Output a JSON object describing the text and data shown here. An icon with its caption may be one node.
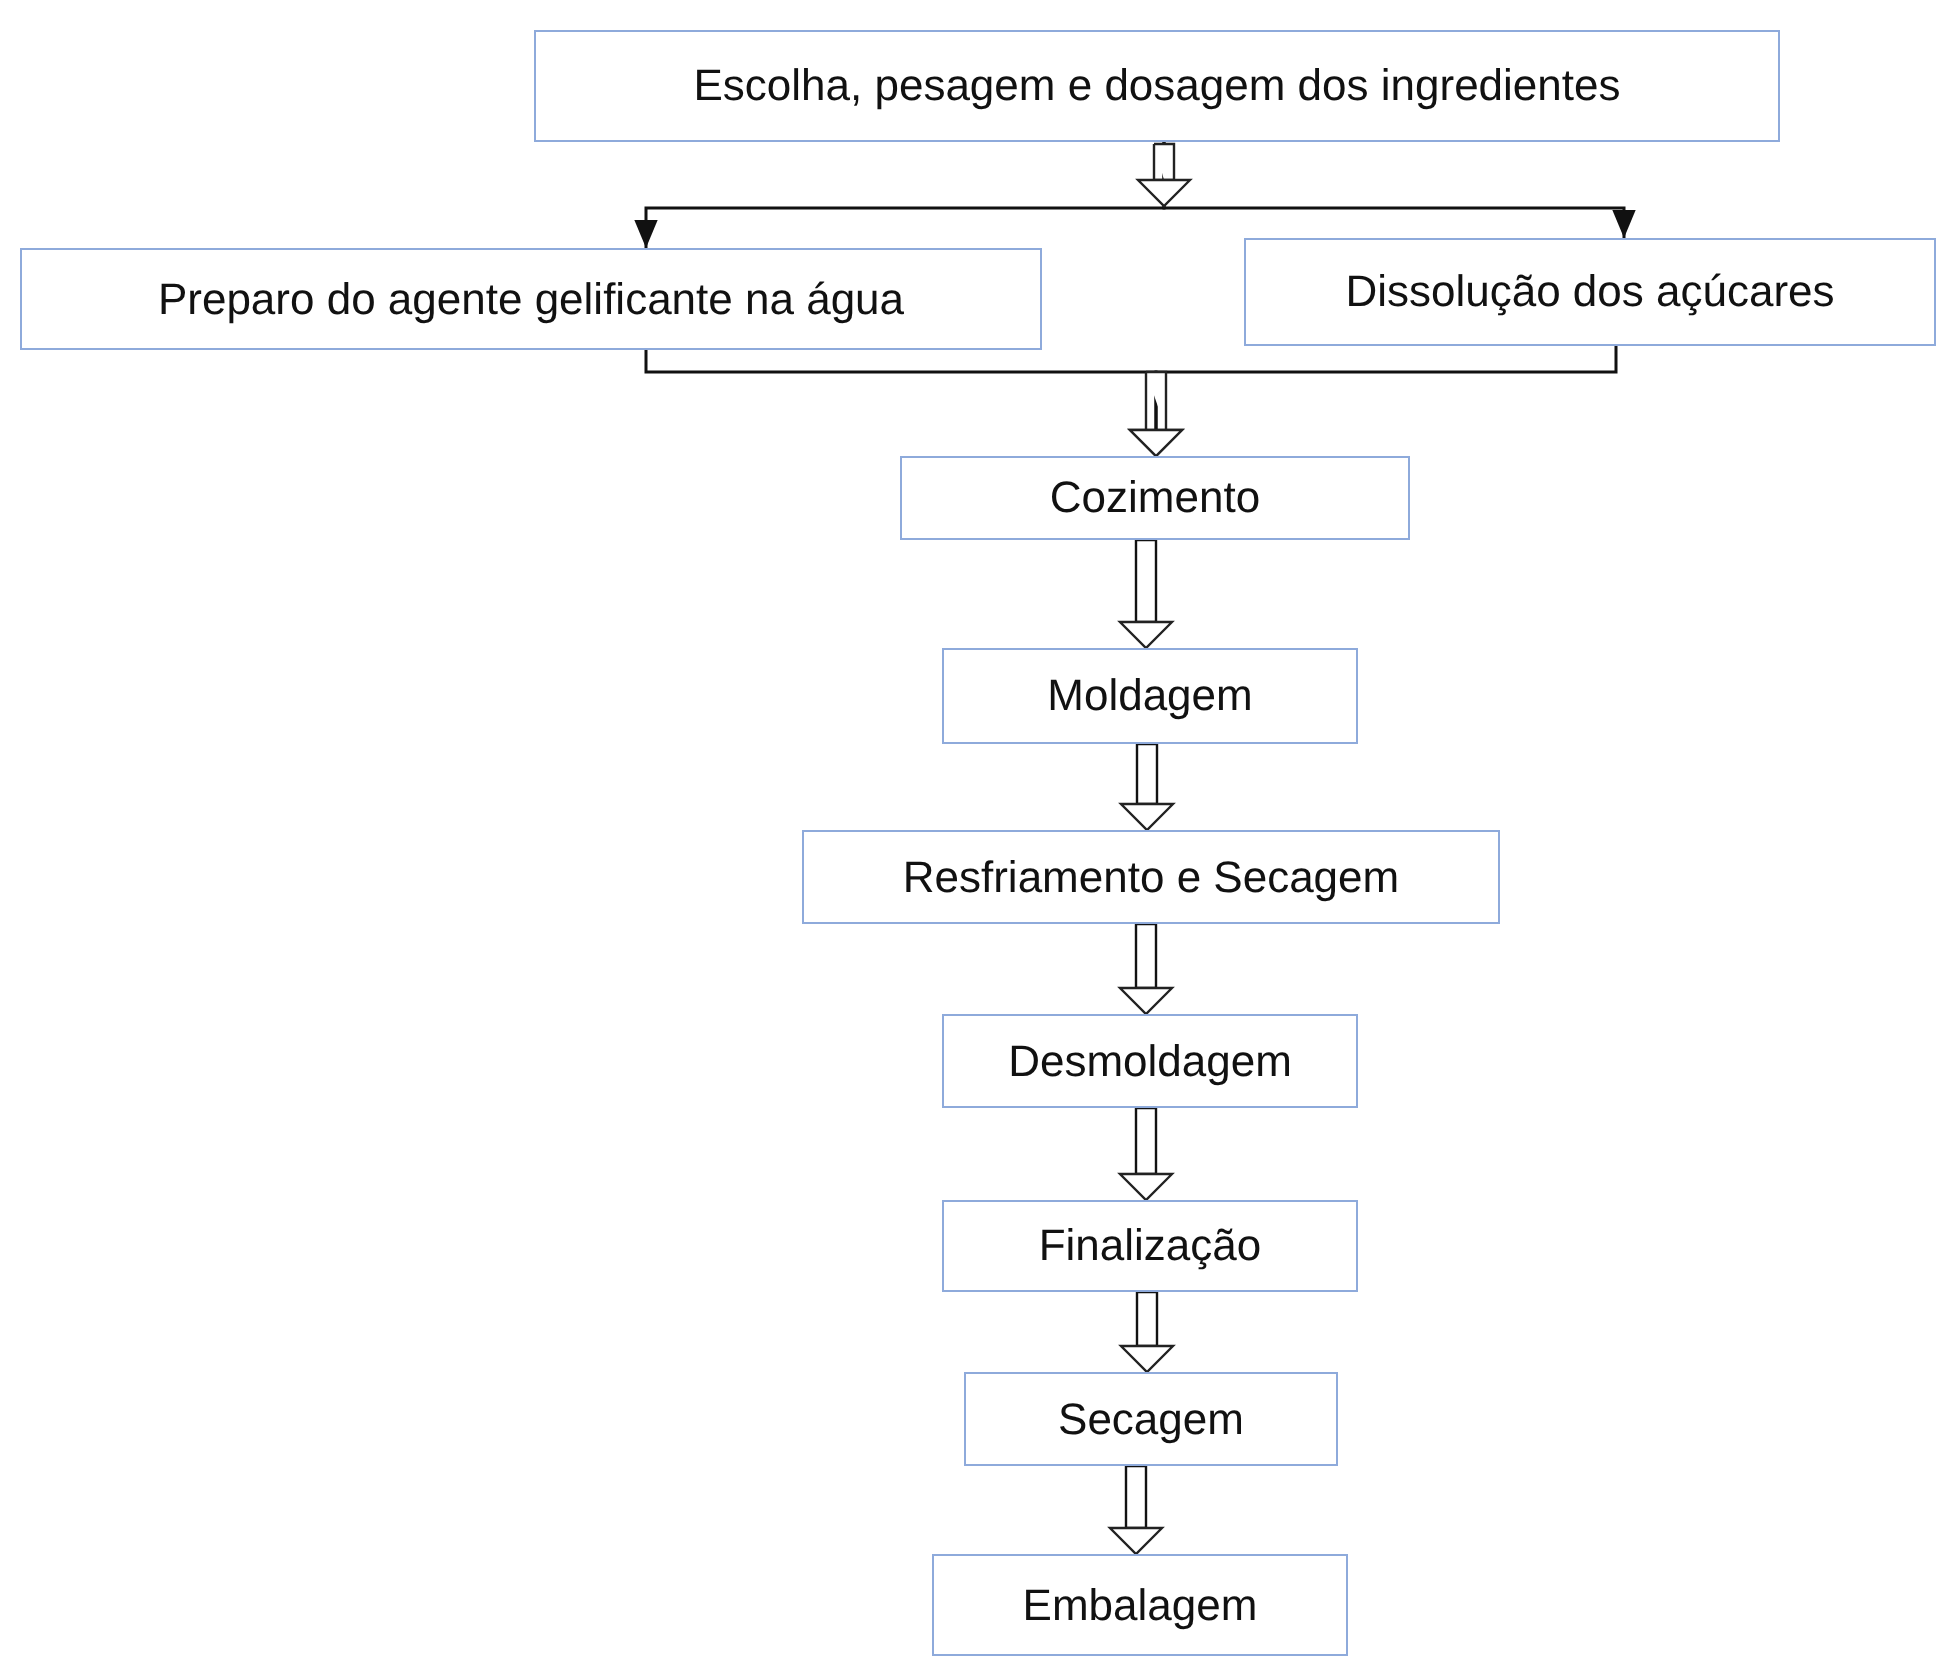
{
  "diagram": {
    "nodes": [
      {
        "text": [
          "Escolha, pesagem e dosagem dos ingredientes"
        ]
      },
      {
        "text": [
          "Preparo do agente gelificante na água"
        ]
      },
      {
        "text": [
          "Dissolução dos açúcares"
        ]
      },
      {
        "text": [
          "Cozimento"
        ]
      },
      {
        "text": [
          "Moldagem"
        ]
      },
      {
        "text": [
          "Resfriamento e Secagem"
        ]
      },
      {
        "text": [
          "Desmoldagem"
        ]
      },
      {
        "text": [
          "Finalização"
        ]
      },
      {
        "text": [
          "Secagem"
        ]
      },
      {
        "text": [
          "Embalagem"
        ]
      }
    ],
    "edges": [
      {
        "from": 0,
        "to": 1,
        "arrow": "to"
      },
      {
        "from": 0,
        "to": 2,
        "arrow": "to"
      },
      {
        "from": 1,
        "to": 3,
        "arrow": "to"
      },
      {
        "from": 2,
        "to": 3,
        "arrow": "to"
      },
      {
        "from": 3,
        "to": 4,
        "arrow": "to"
      },
      {
        "from": 4,
        "to": 5,
        "arrow": "to"
      },
      {
        "from": 5,
        "to": 6,
        "arrow": "to"
      },
      {
        "from": 6,
        "to": 7,
        "arrow": "to"
      },
      {
        "from": 7,
        "to": 8,
        "arrow": "to"
      },
      {
        "from": 8,
        "to": 9,
        "arrow": "to"
      }
    ]
  }
}
